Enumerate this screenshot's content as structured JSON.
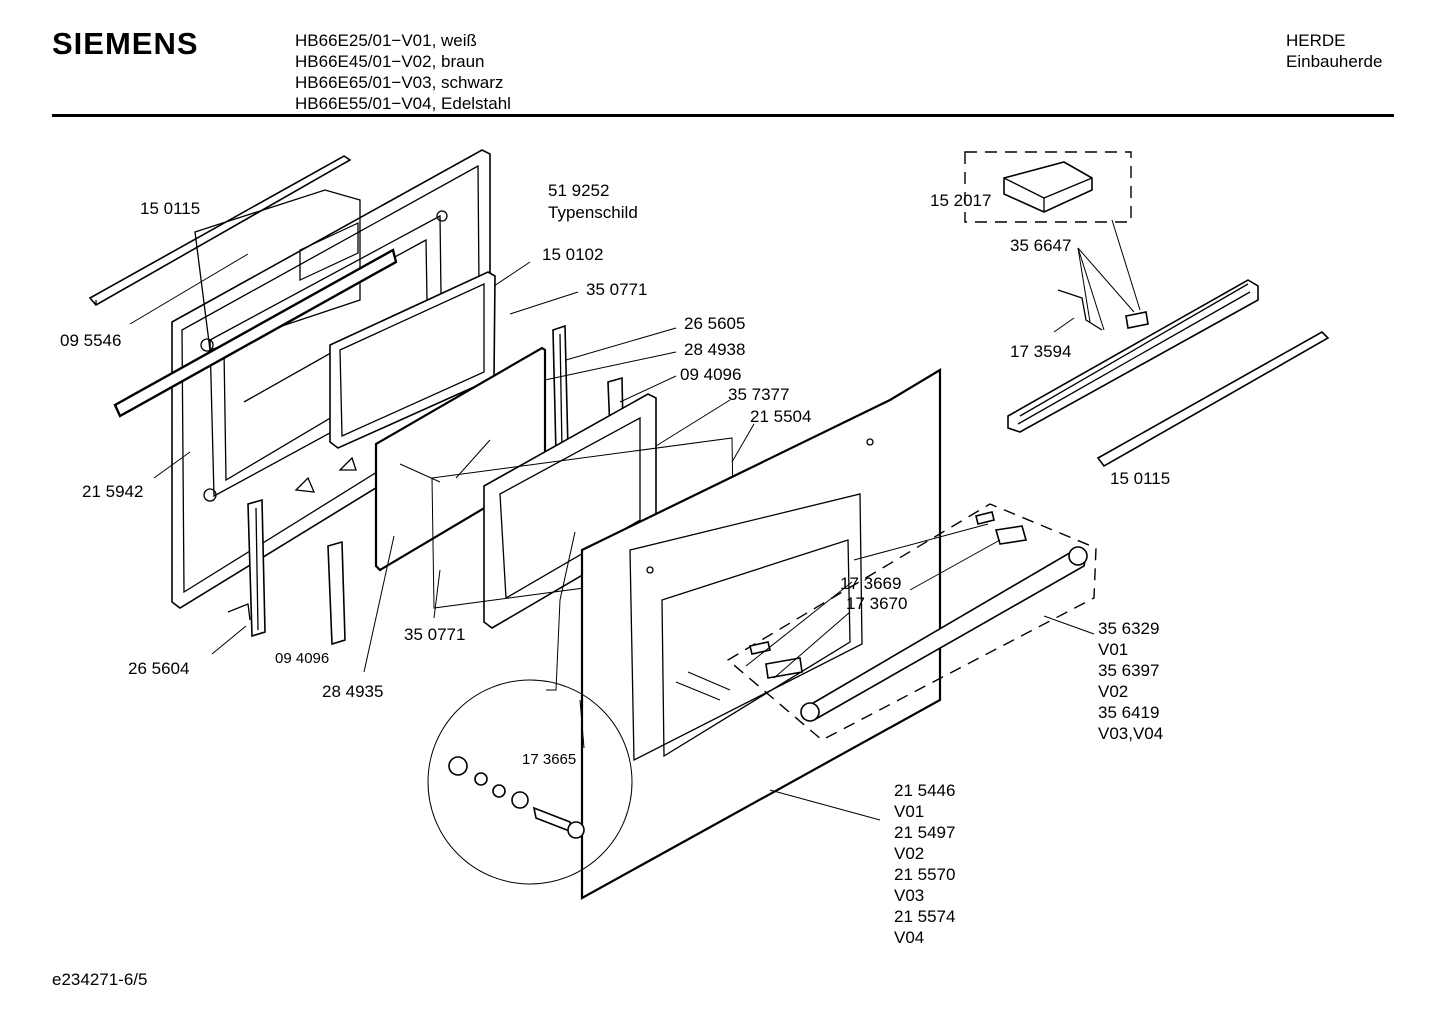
{
  "header": {
    "brand": "SIEMENS",
    "models": [
      "HB66E25/01−V01, weiß",
      "HB66E45/01−V02, braun",
      "HB66E65/01−V03, schwarz",
      "HB66E55/01−V04, Edelstahl"
    ],
    "category_line1": "HERDE",
    "category_line2": "Einbauherde"
  },
  "footer": {
    "doc_id": "e234271-6/5"
  },
  "labels": {
    "p150115_top": "15 0115",
    "p519252": "51 9252",
    "typenschild": "Typenschild",
    "p150102": "15 0102",
    "p350771_top": "35 0771",
    "p095546": "09 5546",
    "p265605": "26 5605",
    "p284938": "28 4938",
    "p094096_right": "09 4096",
    "p357377": "35 7377",
    "p215504": "21 5504",
    "p215942": "21 5942",
    "p265604": "26 5604",
    "p094096_left": "09 4096",
    "p284935": "28 4935",
    "p350771_bottom": "35 0771",
    "p152017": "15 2017",
    "p356647": "35 6647",
    "p173594": "17 3594",
    "p150115_right": "15 0115",
    "p173669": "17 3669",
    "p173670": "17 3670",
    "p173665": "17 3665",
    "handle_parts": [
      "35 6329",
      "V01",
      "35 6397",
      "V02",
      "35 6419",
      "V03,V04"
    ],
    "door_parts": [
      "21 5446",
      "V01",
      "21 5497",
      "V02",
      "21 5570",
      "V03",
      "21 5574",
      "V04"
    ]
  }
}
